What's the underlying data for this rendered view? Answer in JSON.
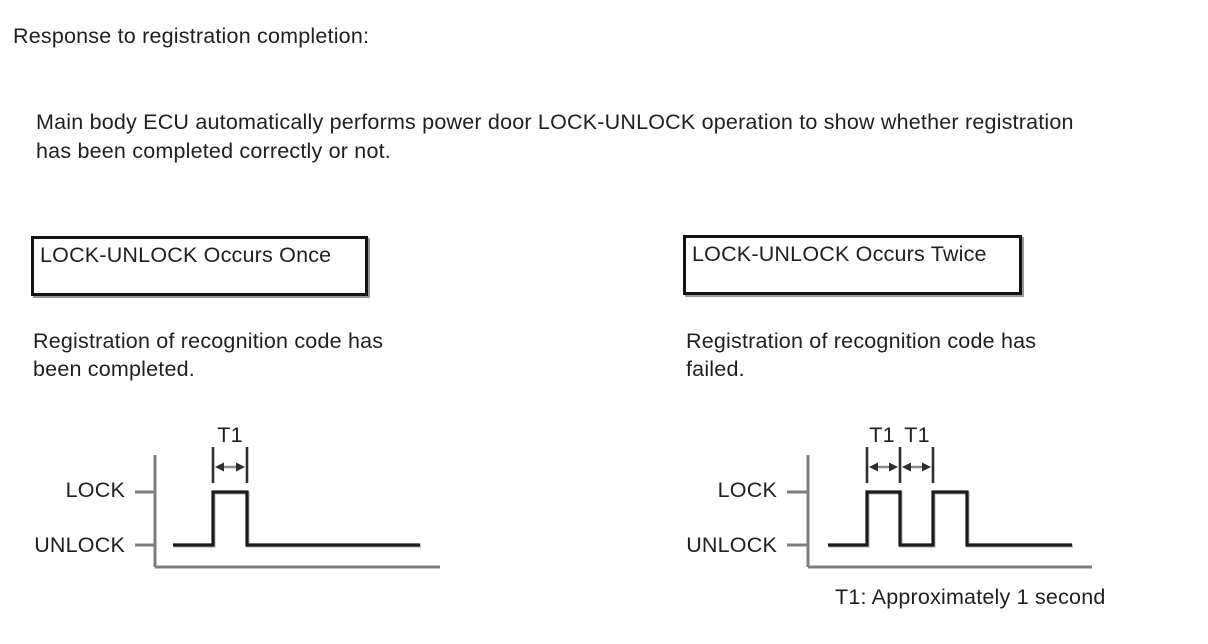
{
  "page": {
    "heading": "Response to registration completion:",
    "intro": "Main body ECU automatically performs power door LOCK-UNLOCK operation to show whether registration\nhas been completed correctly or not.",
    "footnote": "T1: Approximately 1 second"
  },
  "results": [
    {
      "box_label": "LOCK-UNLOCK Occurs Once",
      "description": "Registration of recognition code has\nbeen completed.",
      "waveform": {
        "high_label": "LOCK",
        "low_label": "UNLOCK",
        "interval_labels": [
          "T1"
        ],
        "pulse_count": 1
      }
    },
    {
      "box_label": "LOCK-UNLOCK Occurs Twice",
      "description": "Registration of recognition code has\nfailed.",
      "waveform": {
        "high_label": "LOCK",
        "low_label": "UNLOCK",
        "interval_labels": [
          "T1",
          "T1"
        ],
        "pulse_count": 2
      }
    }
  ],
  "colors": {
    "text": "#1f1f1f",
    "waveform_line": "#1a1a1a",
    "axis_line": "#7d7d7d",
    "background": "#ffffff"
  }
}
